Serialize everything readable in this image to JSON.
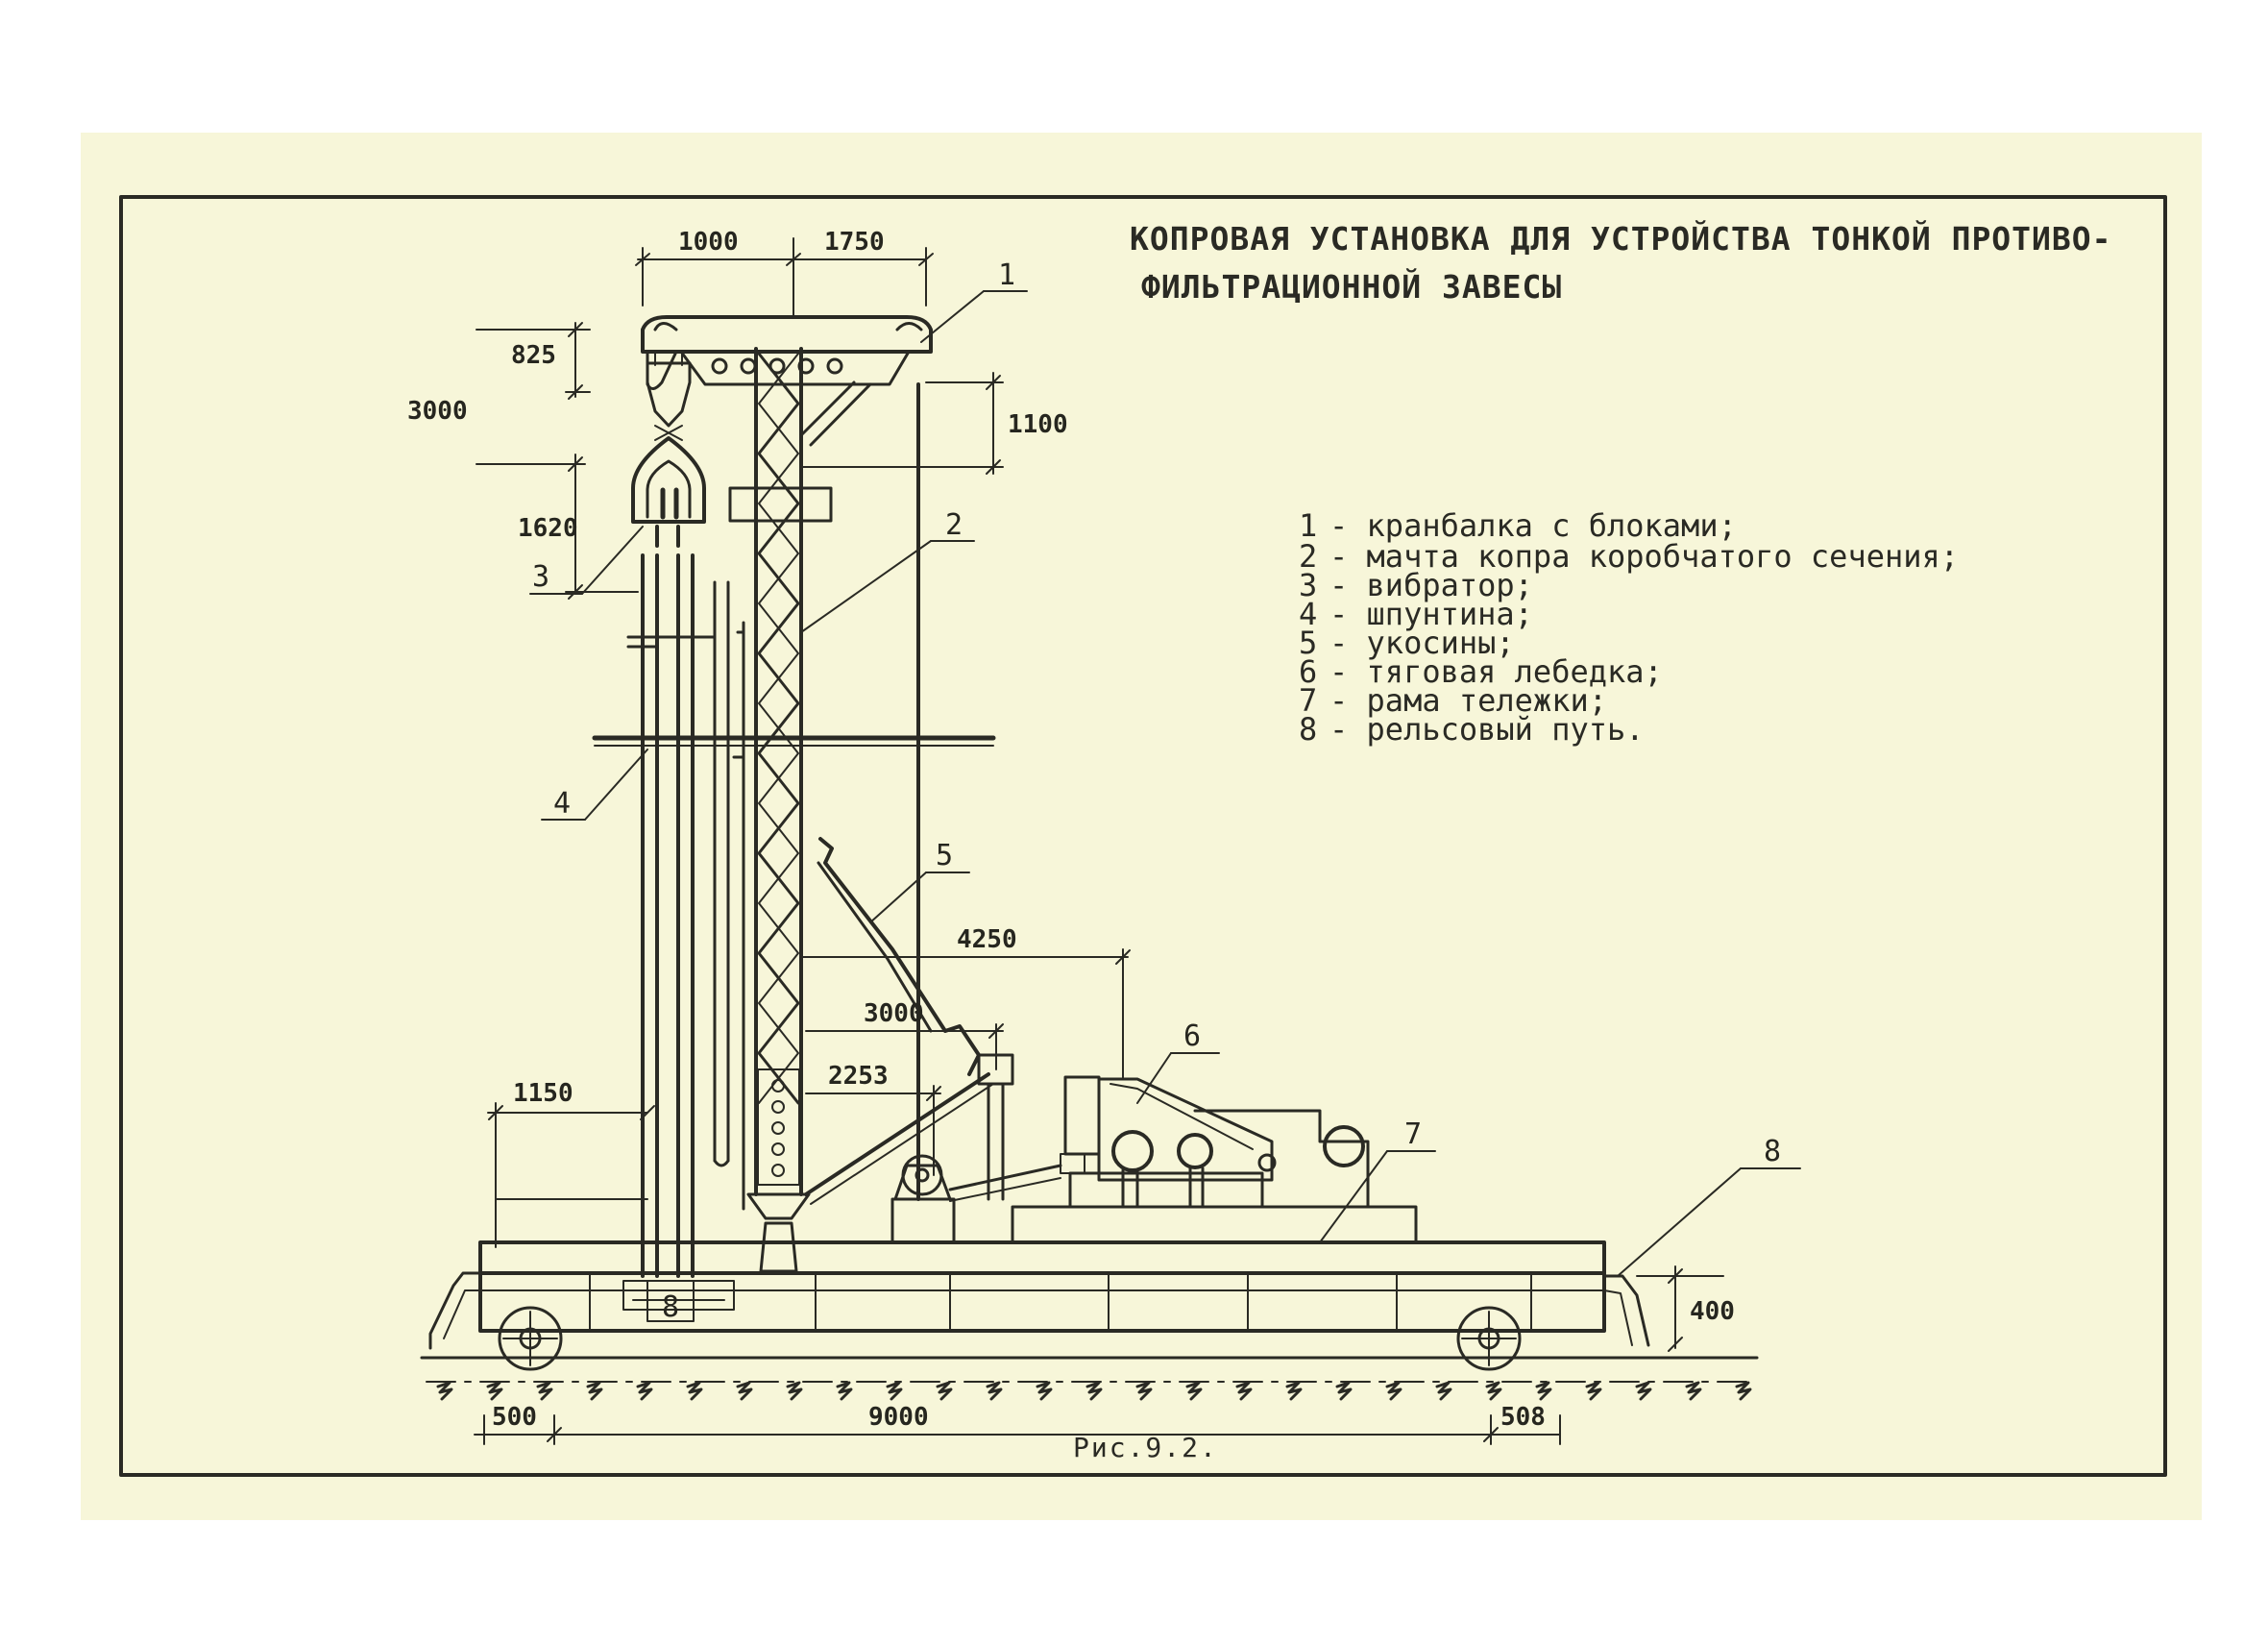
{
  "title": {
    "line1": "КОПРОВАЯ УСТАНОВКА ДЛЯ УСТРОЙСТВА ТОНКОЙ ПРОТИВО-",
    "line2": "ФИЛЬТРАЦИОННОЙ ЗАВЕСЫ"
  },
  "legend": [
    {
      "num": "1",
      "text": "- кранбалка с блоками;"
    },
    {
      "num": "2",
      "text": "- мачта копра коробчатого сечения;"
    },
    {
      "num": "3",
      "text": "- вибратор;"
    },
    {
      "num": "4",
      "text": "- шпунтина;"
    },
    {
      "num": "5",
      "text": "- укосины;"
    },
    {
      "num": "6",
      "text": "- тяговая лебедка;"
    },
    {
      "num": "7",
      "text": "- рама тележки;"
    },
    {
      "num": "8",
      "text": "- рельсовый путь."
    }
  ],
  "dimensions": {
    "top_left": "1000",
    "top_right": "1750",
    "d825": "825",
    "d3000_left": "3000",
    "d1620": "1620",
    "d1100": "1100",
    "d4250": "4250",
    "d3000_mid": "3000",
    "d2253": "2253",
    "d1150": "1150",
    "d400": "400",
    "d500": "500",
    "d9000": "9000",
    "d508": "508"
  },
  "callouts": [
    "1",
    "2",
    "3",
    "4",
    "5",
    "6",
    "7",
    "8"
  ],
  "base_label": "8",
  "caption": "Рис.9.2."
}
